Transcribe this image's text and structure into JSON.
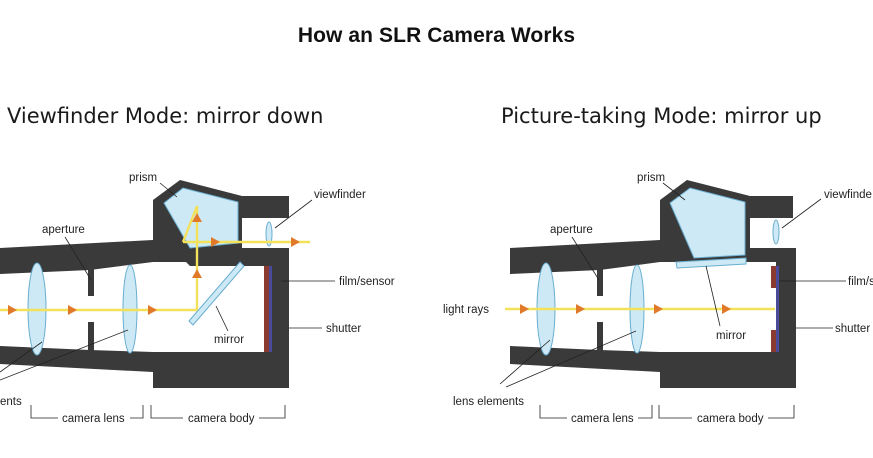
{
  "title": "How an SLR Camera Works",
  "panels": [
    {
      "title": "Viewfinder Mode: mirror down",
      "labels": {
        "prism": "prism",
        "viewfinder": "viewfinder",
        "aperture": "aperture",
        "film_sensor": "film/sensor",
        "mirror": "mirror",
        "shutter": "shutter",
        "lens_elements": "ents",
        "camera_lens": "camera lens",
        "camera_body": "camera body"
      }
    },
    {
      "title": "Picture-taking Mode: mirror up",
      "labels": {
        "prism": "prism",
        "viewfinder": "viewfinde",
        "aperture": "aperture",
        "film_sensor": "film/s",
        "light_rays": "light rays",
        "mirror": "mirror",
        "shutter": "shutter",
        "lens_elements": "lens elements",
        "camera_lens": "camera lens",
        "camera_body": "camera body"
      }
    }
  ],
  "colors": {
    "body": "#3a3a3a",
    "glass": "#cde9f5",
    "ray": "#f4e15a",
    "arrow": "#e07a2a",
    "film": "#8a3a2e",
    "sensor": "#4a4a9a"
  }
}
